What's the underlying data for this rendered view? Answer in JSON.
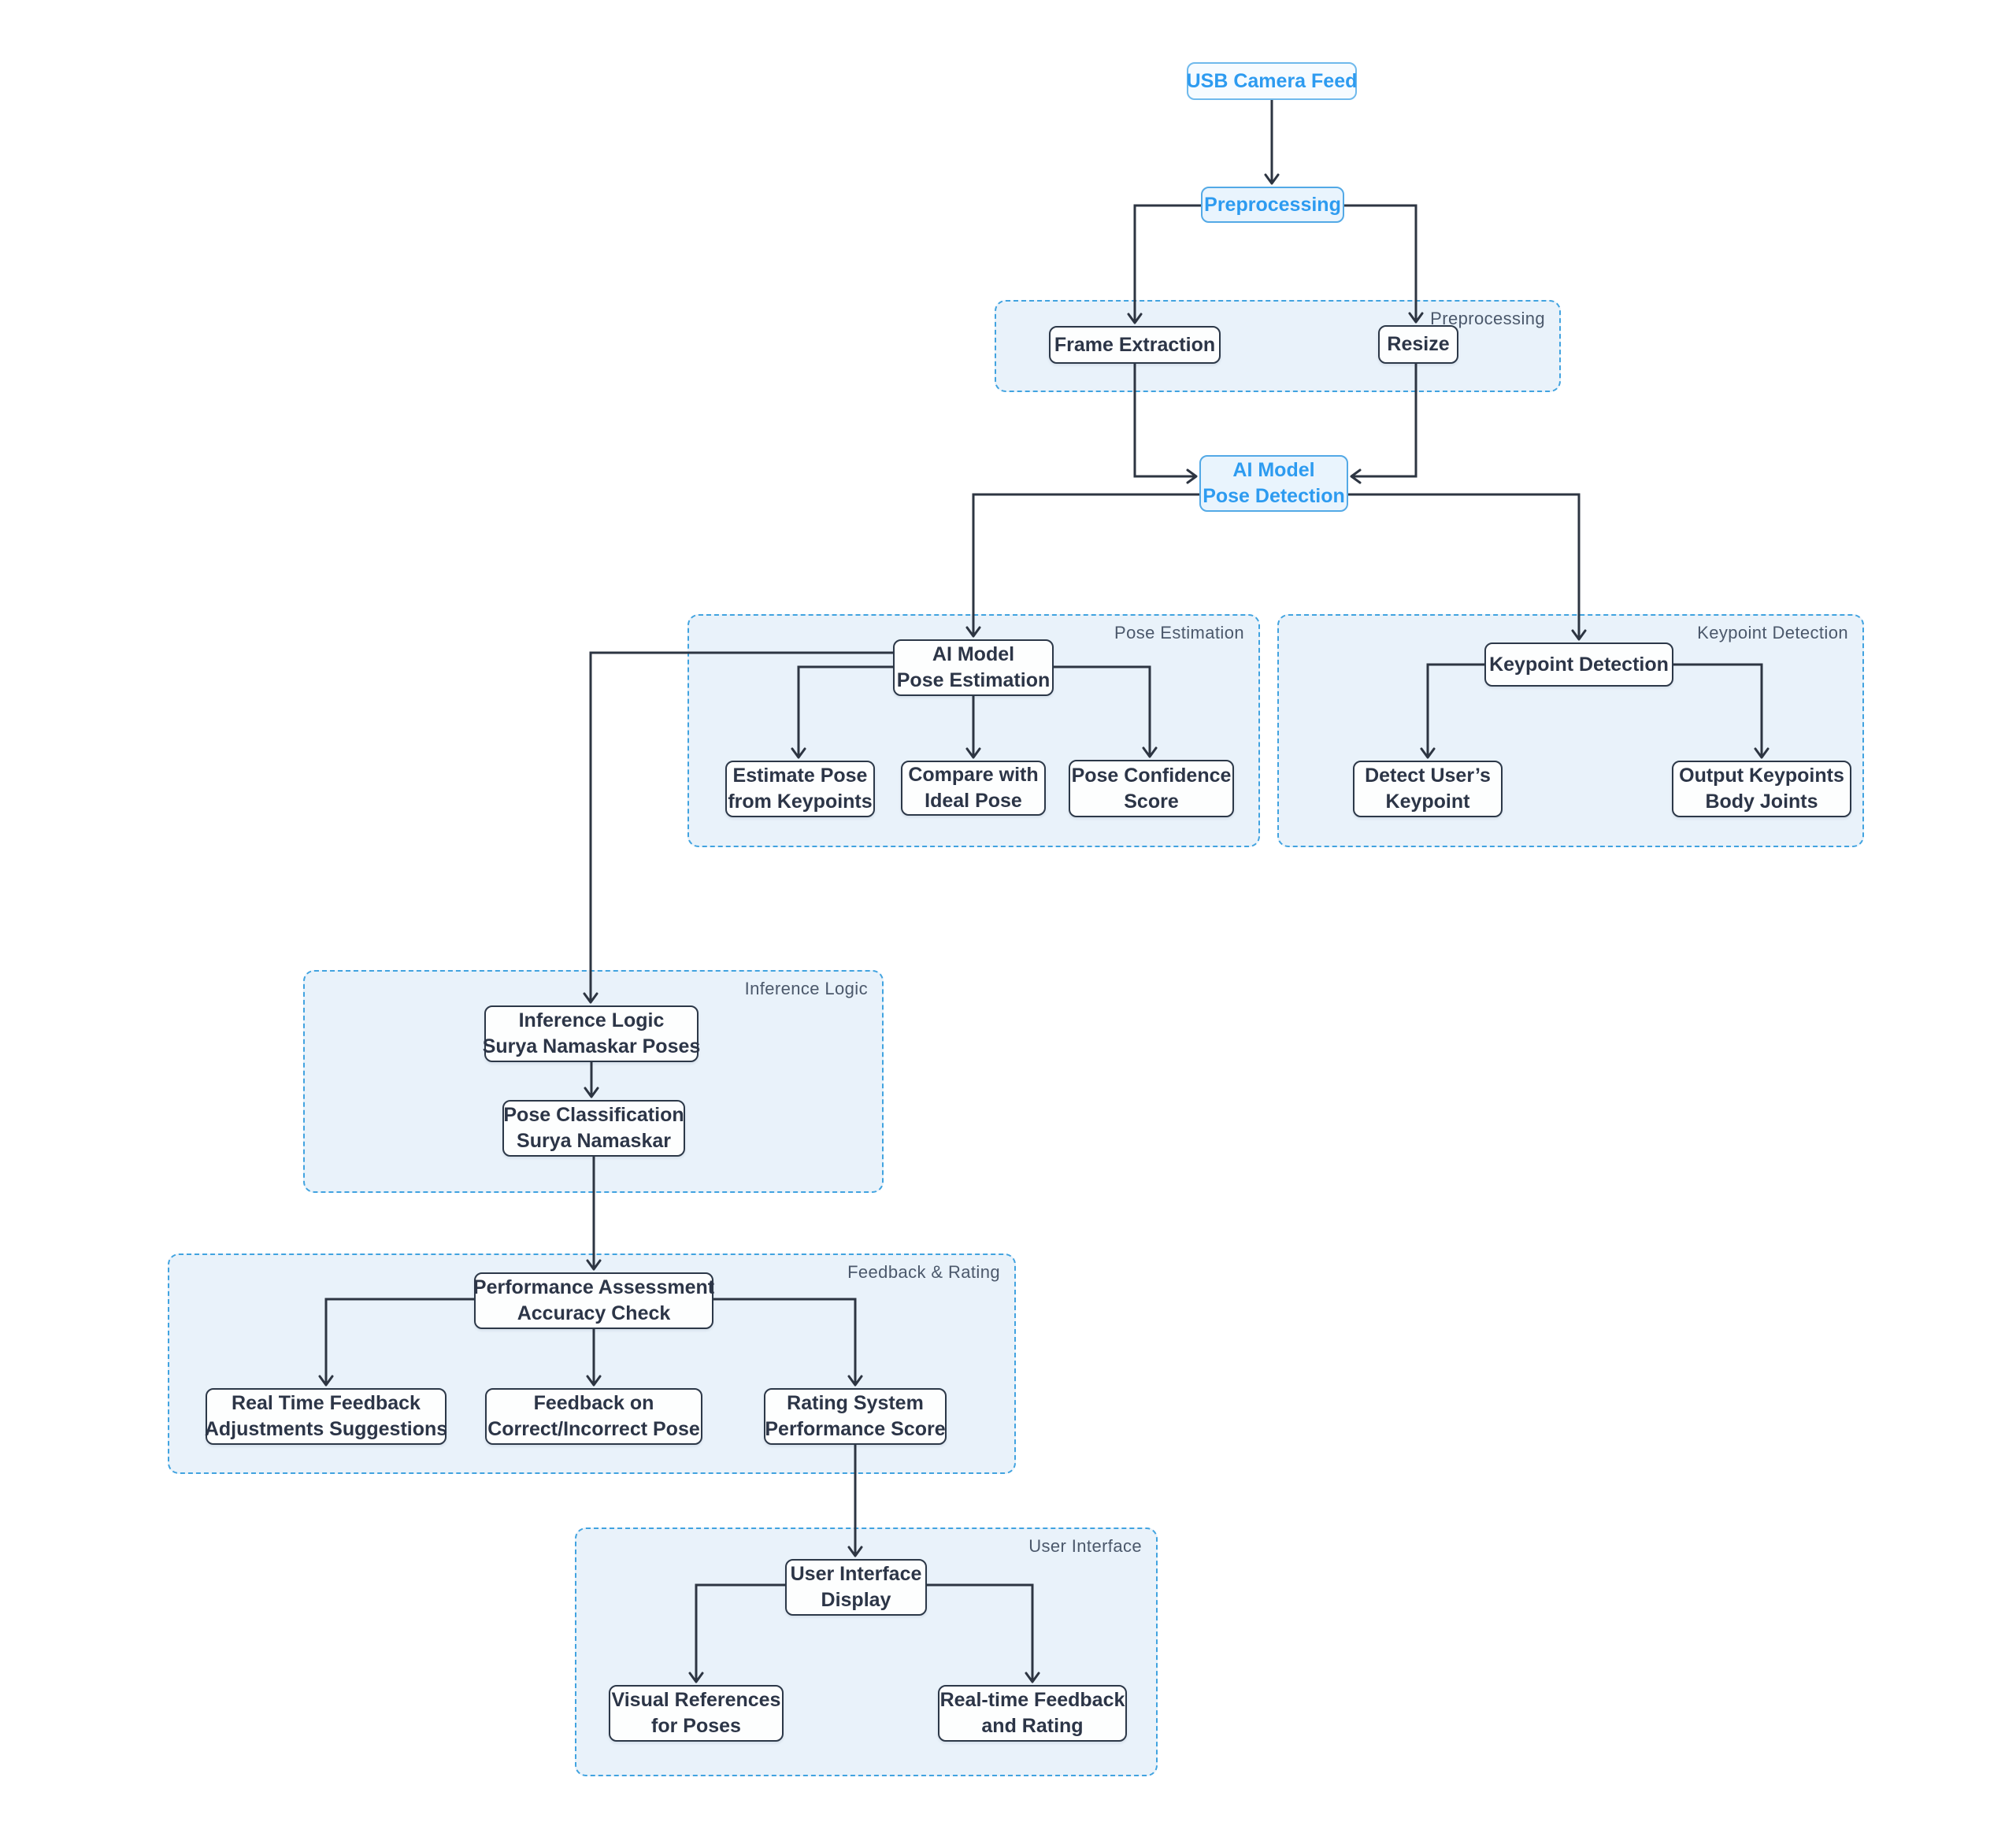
{
  "colors": {
    "background": "#ffffff",
    "accent_blue": "#2d9bf0",
    "blue_node_fill": "#e9f4fd",
    "blue_node_border": "#53a9e6",
    "group_fill": "#e9f2fa",
    "group_border": "#41a3e0",
    "group_label_text": "#4b586b",
    "node_fill": "#fdfefe",
    "node_border": "#2c3848",
    "node_text": "#2c3547",
    "connector": "#2d3542"
  },
  "groups": {
    "preprocessing": {
      "label": "Preprocessing"
    },
    "pose_estimation": {
      "label": "Pose Estimation"
    },
    "keypoint_detection": {
      "label": "Keypoint Detection"
    },
    "inference_logic": {
      "label": "Inference Logic"
    },
    "feedback_rating": {
      "label": "Feedback & Rating"
    },
    "user_interface": {
      "label": "User Interface"
    }
  },
  "nodes": {
    "usb_camera_feed": {
      "line1": "USB Camera Feed"
    },
    "preprocessing": {
      "line1": "Preprocessing"
    },
    "frame_extraction": {
      "line1": "Frame Extraction"
    },
    "resize": {
      "line1": "Resize"
    },
    "ai_model_pose_detection": {
      "line1": "AI Model",
      "line2": "Pose Detection"
    },
    "ai_model_pose_estimation": {
      "line1": "AI Model",
      "line2": "Pose Estimation"
    },
    "estimate_pose": {
      "line1": "Estimate Pose",
      "line2": "from Keypoints"
    },
    "compare_with_ideal": {
      "line1": "Compare with",
      "line2": "Ideal Pose"
    },
    "pose_confidence": {
      "line1": "Pose Confidence",
      "line2": "Score"
    },
    "keypoint_detection": {
      "line1": "Keypoint Detection"
    },
    "detect_user_keypoint": {
      "line1": "Detect User’s",
      "line2": "Keypoint"
    },
    "output_keypoints": {
      "line1": "Output Keypoints",
      "line2": "Body Joints"
    },
    "inference_logic": {
      "line1": "Inference Logic",
      "line2": "Surya Namaskar Poses"
    },
    "pose_classification": {
      "line1": "Pose Classification",
      "line2": "Surya Namaskar"
    },
    "performance_assessment": {
      "line1": "Performance Assessment",
      "line2": "Accuracy Check"
    },
    "real_time_feedback": {
      "line1": "Real Time Feedback",
      "line2": "Adjustments Suggestions"
    },
    "feedback_on_pose": {
      "line1": "Feedback on",
      "line2": "Correct/Incorrect Pose"
    },
    "rating_system": {
      "line1": "Rating System",
      "line2": "Performance Score"
    },
    "user_interface_display": {
      "line1": "User Interface",
      "line2": "Display"
    },
    "visual_references": {
      "line1": "Visual References",
      "line2": "for Poses"
    },
    "realtime_feedback_rating": {
      "line1": "Real-time Feedback",
      "line2": "and Rating"
    }
  }
}
